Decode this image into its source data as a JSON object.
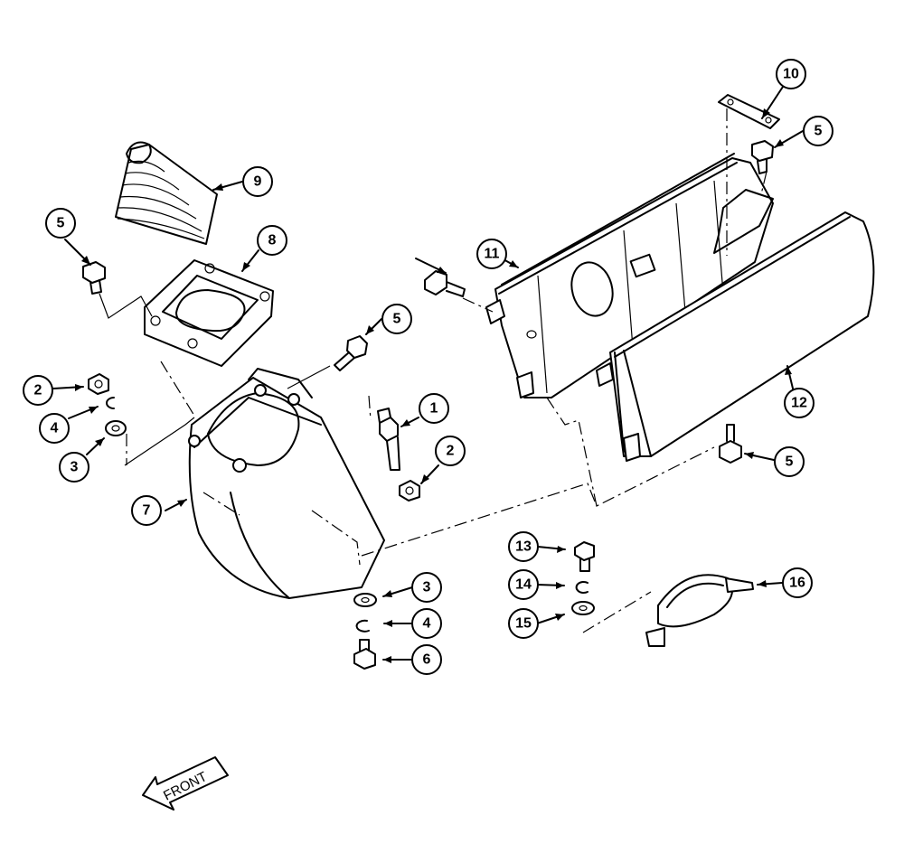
{
  "callouts": {
    "c1": "1",
    "c2a": "2",
    "c2b": "2",
    "c3a": "3",
    "c3b": "3",
    "c4a": "4",
    "c4b": "4",
    "c5a": "5",
    "c5b": "5",
    "c5c": "5",
    "c5d": "5",
    "c6": "6",
    "c7": "7",
    "c8": "8",
    "c9": "9",
    "c10": "10",
    "c11": "11",
    "c12": "12",
    "c13": "13",
    "c14": "14",
    "c15": "15",
    "c16": "16"
  },
  "front_arrow": {
    "label": "FRONT"
  }
}
